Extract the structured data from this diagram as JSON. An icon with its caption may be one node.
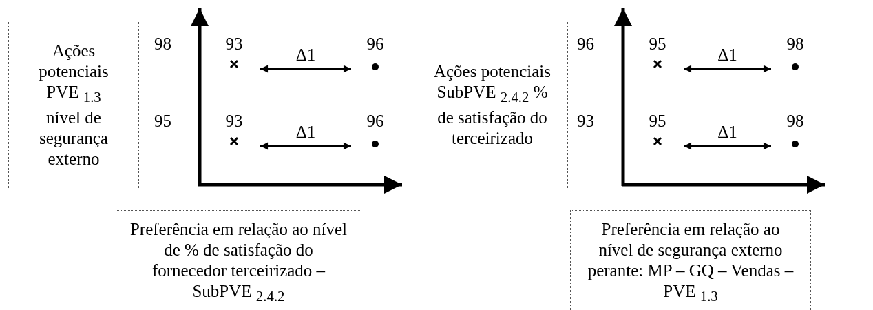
{
  "diagram": {
    "nodes": [
      {
        "text": [
          "Ações potenciais PVE $_{1.3}$ nível de segurança externo"
        ]
      },
      {
        "text": [
          "93"
        ]
      },
      {
        "text": [
          "96"
        ]
      },
      {
        "text": [
          "Ações potenciais SubPVE $_{2.4.2}$ % de satisfação do terceirizado"
        ]
      },
      {
        "text": [
          "95"
        ]
      },
      {
        "text": [
          "98"
        ]
      },
      {
        "text": [
          "93"
        ]
      },
      {
        "text": [
          "96"
        ]
      },
      {
        "text": [
          "95"
        ]
      },
      {
        "text": [
          "98"
        ]
      },
      {
        "text": [
          "Preferência em relação ao nível de % de satisfação do fornecedor terceirizado – SubPVE $_{2.4.2}$"
        ]
      },
      {
        "text": [
          "Preferência em relação ao nível de segurança externo perante: MP – GQ – Vendas – PVE $_{1.3}$"
        ]
      }
    ],
    "edges": [
      {
        "from": 1,
        "to": 2,
        "arrow": "both",
        "label": "Δ1"
      },
      {
        "from": 4,
        "to": 5,
        "arrow": "both",
        "label": "Δ1"
      },
      {
        "from": 6,
        "to": 7,
        "arrow": "both",
        "label": "Δ1"
      },
      {
        "from": 8,
        "to": 9,
        "arrow": "both",
        "label": "Δ1"
      }
    ],
    "labels": [
      "98",
      "96",
      "95",
      "93"
    ]
  }
}
